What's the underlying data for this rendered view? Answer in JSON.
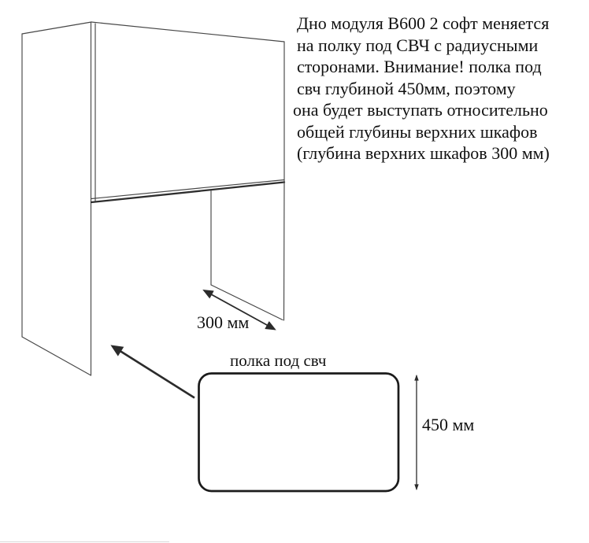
{
  "annotation": {
    "lines": [
      "Дно модуля В600 2 софт меняется",
      "на полку под СВЧ с радиусными",
      "сторонами. Внимание! полка под",
      "свч глубиной 450мм, поэтому",
      "она будет выступать относительно",
      "общей глубины верхних шкафов",
      "(глубина верхних шкафов 300 мм)"
    ]
  },
  "labels": {
    "shelf": "полка под свч",
    "cabinet_depth": "300 мм",
    "shelf_depth": "450 мм"
  },
  "colors": {
    "background": "#ffffff",
    "wireframe_line": "#474747",
    "outline_line": "#1b1b1b",
    "text": "#111111"
  }
}
